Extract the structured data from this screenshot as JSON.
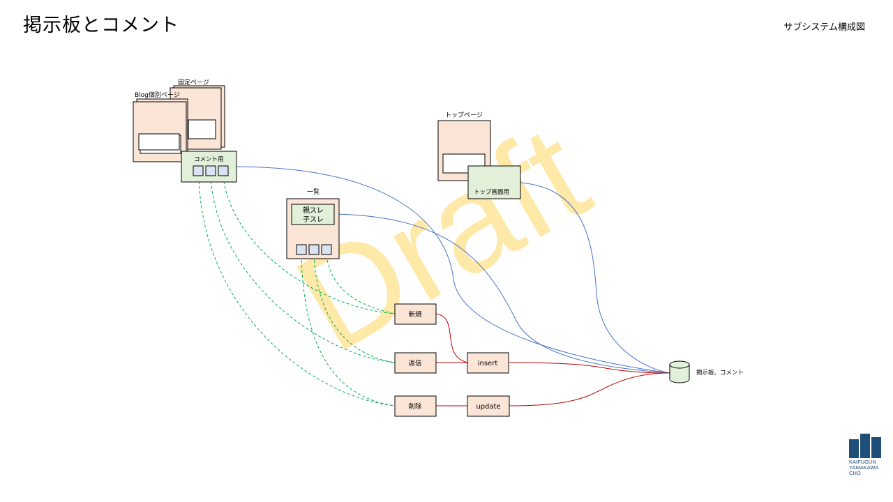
{
  "title": "掲示板とコメント",
  "subtitle": "サブシステム構成図",
  "watermark": "Draft",
  "nodes": {
    "fixed_page": "固定ページ",
    "blog_page": "Blog個別ページ",
    "comment_widget": "コメント用",
    "top_page": "トップページ",
    "top_widget": "トップ画面用",
    "list": "一覧",
    "thread_parent": "親スレ",
    "thread_child": "子スレ",
    "new": "新規",
    "reply": "返信",
    "delete": "削除",
    "insert": "insert",
    "update": "update",
    "db": "掲示板、コメント"
  },
  "colors": {
    "page_fill": "#fbe5d6",
    "widget_fill": "#e2f0d9",
    "button_fill": "#dae3f3",
    "read_line": "#4472c4",
    "write_line": "#c00000",
    "action_line": "#00b050",
    "watermark": "#ffe699"
  },
  "logo": {
    "line1": "KAIFUGUN",
    "line2": "YAMAKAWA",
    "line3": "CHO"
  }
}
